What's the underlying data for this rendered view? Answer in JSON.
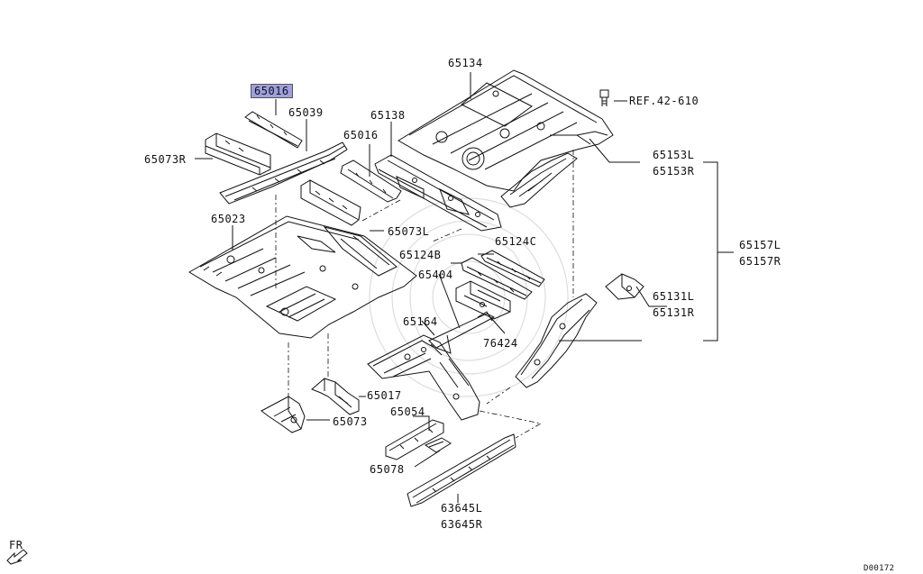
{
  "labels": {
    "p65016_top": "65016",
    "p65039": "65039",
    "p65073R": "65073R",
    "p65023": "65023",
    "p65138": "65138",
    "p65016": "65016",
    "p65134": "65134",
    "ref": "REF.42-610",
    "p65153L": "65153L",
    "p65153R": "65153R",
    "p65157L": "65157L",
    "p65157R": "65157R",
    "p65073L": "65073L",
    "p65124C": "65124C",
    "p65124B": "65124B",
    "p65404": "65404",
    "p65131L": "65131L",
    "p65131R": "65131R",
    "p76424": "76424",
    "p65164": "65164",
    "p65017": "65017",
    "p65073": "65073",
    "p65054": "65054",
    "p65078": "65078",
    "p63645L": "63645L",
    "p63645R": "63645R",
    "fr": "FR",
    "code": "D00172"
  },
  "colors": {
    "highlight": "#9f9fe0",
    "line": "#111111"
  }
}
